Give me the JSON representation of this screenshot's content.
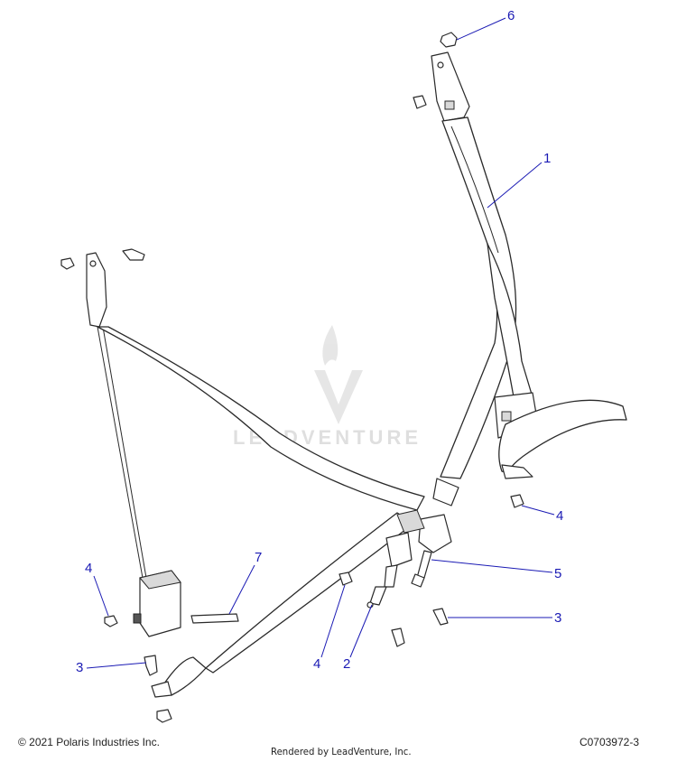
{
  "callouts": [
    {
      "id": "1",
      "label": "1"
    },
    {
      "id": "2",
      "label": "2"
    },
    {
      "id": "3",
      "label": "3"
    },
    {
      "id": "4",
      "label": "4"
    },
    {
      "id": "5",
      "label": "5"
    },
    {
      "id": "6",
      "label": "6"
    },
    {
      "id": "7",
      "label": "7"
    }
  ],
  "watermark": {
    "text": "LEADVENTURE"
  },
  "footer": {
    "copyright": "© 2021 Polaris Industries Inc.",
    "rendered_by": "Rendered by LeadVenture, Inc.",
    "figure_id": "C0703972-3"
  },
  "colors": {
    "callout": "#1a1ab4",
    "line": "#2a2a2a",
    "watermark": "#dcdcdc"
  }
}
